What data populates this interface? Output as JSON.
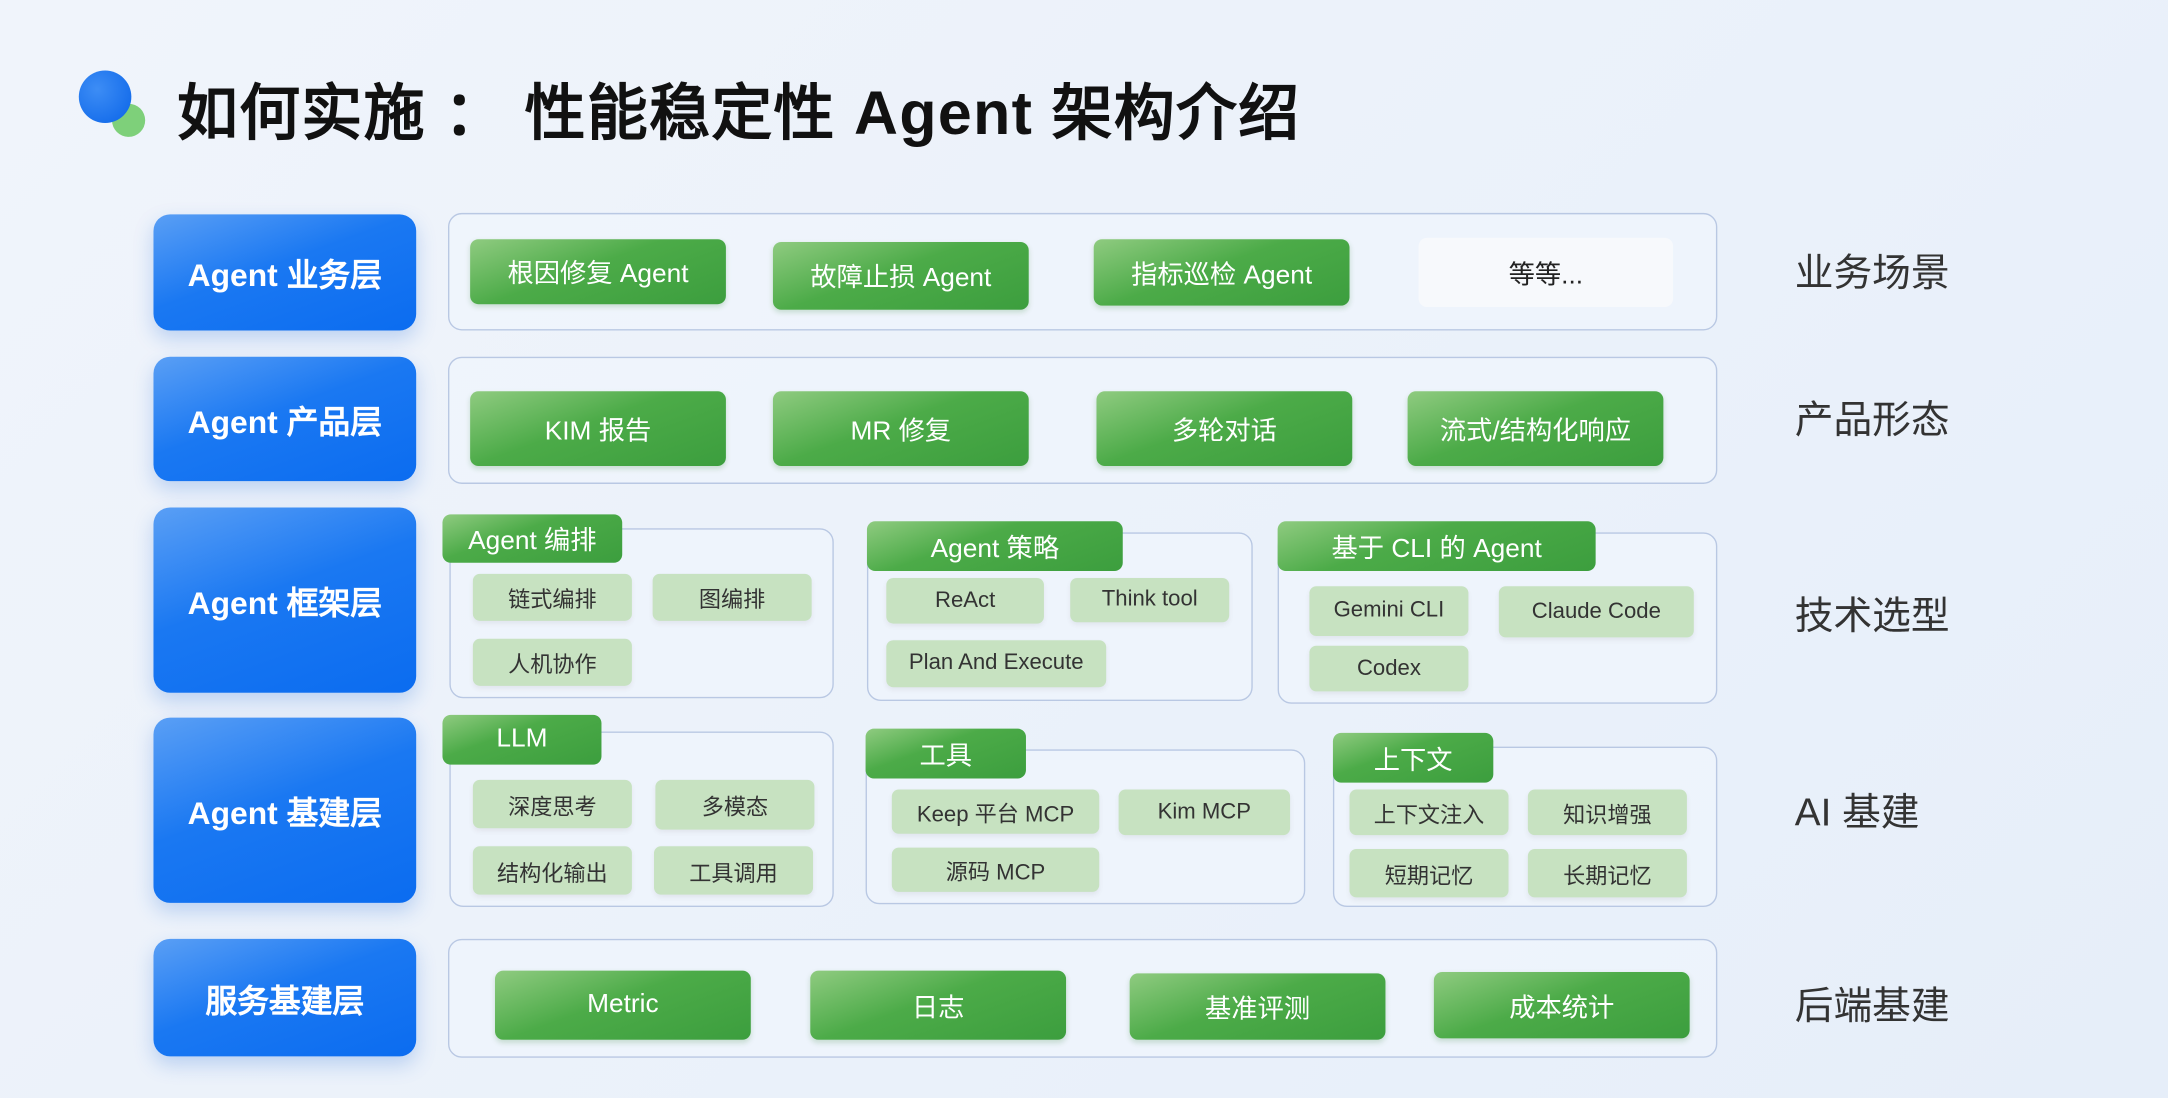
{
  "title": "如何实施 ： 性能稳定性 Agent 架构介绍",
  "rows": [
    {
      "label": "Agent 业务层",
      "category": "业务场景",
      "pills": [
        "根因修复 Agent",
        "故障止损 Agent",
        "指标巡检 Agent",
        "等等..."
      ]
    },
    {
      "label": "Agent 产品层",
      "category": "产品形态",
      "pills": [
        "KIM 报告",
        "MR 修复",
        "多轮对话",
        "流式/结构化响应"
      ]
    },
    {
      "label": "Agent 框架层",
      "category": "技术选型",
      "groups": [
        {
          "title": "Agent 编排",
          "items": [
            "链式编排",
            "图编排",
            "人机协作"
          ]
        },
        {
          "title": "Agent 策略",
          "items": [
            "ReAct",
            "Think tool",
            "Plan And Execute"
          ]
        },
        {
          "title": "基于 CLI 的 Agent",
          "items": [
            "Gemini CLI",
            "Claude Code",
            "Codex"
          ]
        }
      ]
    },
    {
      "label": "Agent 基建层",
      "category": "AI 基建",
      "groups": [
        {
          "title": "LLM",
          "items": [
            "深度思考",
            "多模态",
            "结构化输出",
            "工具调用"
          ]
        },
        {
          "title": "工具",
          "items": [
            "Keep 平台 MCP",
            "Kim MCP",
            "源码 MCP"
          ]
        },
        {
          "title": "上下文",
          "items": [
            "上下文注入",
            "知识增强",
            "短期记忆",
            "长期记忆"
          ]
        }
      ]
    },
    {
      "label": "服务基建层",
      "category": "后端基建",
      "pills": [
        "Metric",
        "日志",
        "基准评测",
        "成本统计"
      ]
    }
  ],
  "colors": {
    "layer_blue": "#0b6cf0",
    "pill_green": "#4cab48",
    "item_green": "#c7e2c1"
  }
}
